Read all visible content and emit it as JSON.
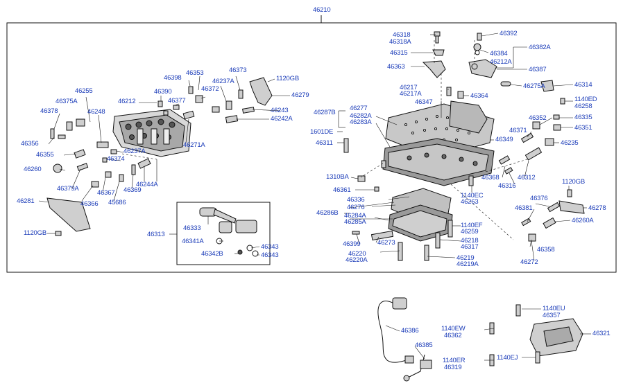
{
  "assembly": "46210",
  "labels": {
    "46318": "46318",
    "46318A": "46318A",
    "46315": "46315",
    "46363": "46363",
    "46392": "46392",
    "46384": "46384",
    "46382A": "46382A",
    "46212A": "46212A",
    "46387": "46387",
    "46275A": "46275A",
    "46314": "46314",
    "1140ED": "1140ED",
    "46258": "46258",
    "46335": "46335",
    "46351": "46351",
    "46352": "46352",
    "46371": "46371",
    "46235": "46235",
    "46217": "46217",
    "46217A": "46217A",
    "46364": "46364",
    "46347": "46347",
    "46277": "46277",
    "46282A": "46282A",
    "46283A": "46283A",
    "46287B": "46287B",
    "1601DE": "1601DE",
    "46311": "46311",
    "46349": "46349",
    "46368": "46368",
    "46316": "46316",
    "46312": "46312",
    "1310BA": "1310BA",
    "46361": "46361",
    "1140EC": "1140EC",
    "46263": "46263",
    "1120GB_r": "1120GB",
    "46278": "46278",
    "46376": "46376",
    "46381": "46381",
    "46260A": "46260A",
    "46336": "46336",
    "46276": "46276",
    "46286B": "46286B",
    "46284A": "46284A",
    "46285A": "46285A",
    "1140EF": "1140EF",
    "46259": "46259",
    "46218": "46218",
    "46317": "46317",
    "46399": "46399",
    "46273": "46273",
    "46220": "46220",
    "46220A": "46220A",
    "46219": "46219",
    "46219A": "46219A",
    "46358": "46358",
    "46272": "46272",
    "46398": "46398",
    "46353": "46353",
    "46373": "46373",
    "1120GB_t": "1120GB",
    "46237A_t": "46237A",
    "46390": "46390",
    "46372": "46372",
    "46279": "46279",
    "46255": "46255",
    "46212": "46212",
    "46377": "46377",
    "46375A": "46375A",
    "46248": "46248",
    "46243": "46243",
    "46378": "46378",
    "46242A": "46242A",
    "46271A": "46271A",
    "46356": "46356",
    "46237A_b": "46237A",
    "46355": "46355",
    "46374": "46374",
    "46260": "46260",
    "46244A": "46244A",
    "46379A": "46379A",
    "46367": "46367",
    "46369": "46369",
    "46281": "46281",
    "46366": "46366",
    "45686": "45686",
    "1120GB_l": "1120GB",
    "46313": "46313",
    "46333": "46333",
    "46341A": "46341A",
    "46343a": "46343",
    "46342B": "46342B",
    "46343b": "46343",
    "46386": "46386",
    "46385": "46385",
    "1140EU": "1140EU",
    "46357": "46357",
    "1140EW": "1140EW",
    "46362": "46362",
    "46321": "46321",
    "1140ER": "1140ER",
    "46319": "46319",
    "1140EJ": "1140EJ"
  }
}
